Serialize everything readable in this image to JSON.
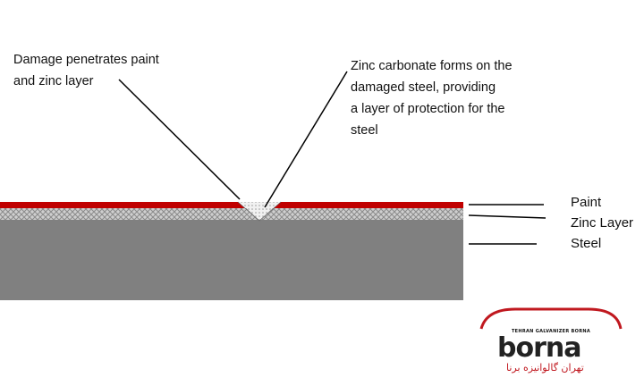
{
  "callouts": {
    "damage": [
      "Damage penetrates paint",
      "and zinc layer"
    ],
    "zinc_carbonate": [
      "Zinc carbonate forms on the",
      "damaged steel, providing",
      "a layer of protection for the",
      "steel"
    ]
  },
  "layers": {
    "paint": "Paint",
    "zinc": "Zinc Layer",
    "steel": "Steel"
  },
  "colors": {
    "paint": "#c00000",
    "steel": "#808080",
    "zinc_dark": "#9a9a9a",
    "zinc_light": "#e6e6e6",
    "logo_red": "#c0181f"
  },
  "logo": {
    "tagline": "TEHRAN GALVANIZER BORNA",
    "wordmark": "borna",
    "farsi": "تهران گالوانیزه برنا"
  }
}
